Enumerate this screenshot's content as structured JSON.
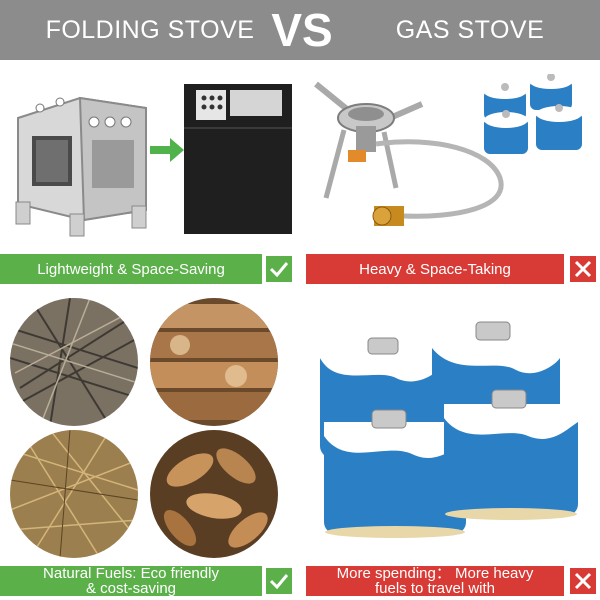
{
  "header": {
    "left_title": "FOLDING STOVE",
    "vs": "VS",
    "right_title": "GAS STOVE"
  },
  "row1": {
    "left_label": "Lightweight & Space-Saving",
    "right_label": "Heavy & Space-Taking"
  },
  "row2": {
    "left_label_line1": "Natural Fuels: Eco friendly",
    "left_label_line2": "& cost-saving",
    "right_label_line1": "More spending：  More heavy",
    "right_label_line2": "fuels to travel with"
  },
  "colors": {
    "header_bg": "#8c8c8c",
    "pro_green": "#5bb04a",
    "con_red": "#d83a36",
    "canister_blue": "#2b7fc4",
    "arrow_green": "#4fb24a"
  },
  "icons": {
    "pro": "check-icon",
    "con": "x-icon"
  }
}
